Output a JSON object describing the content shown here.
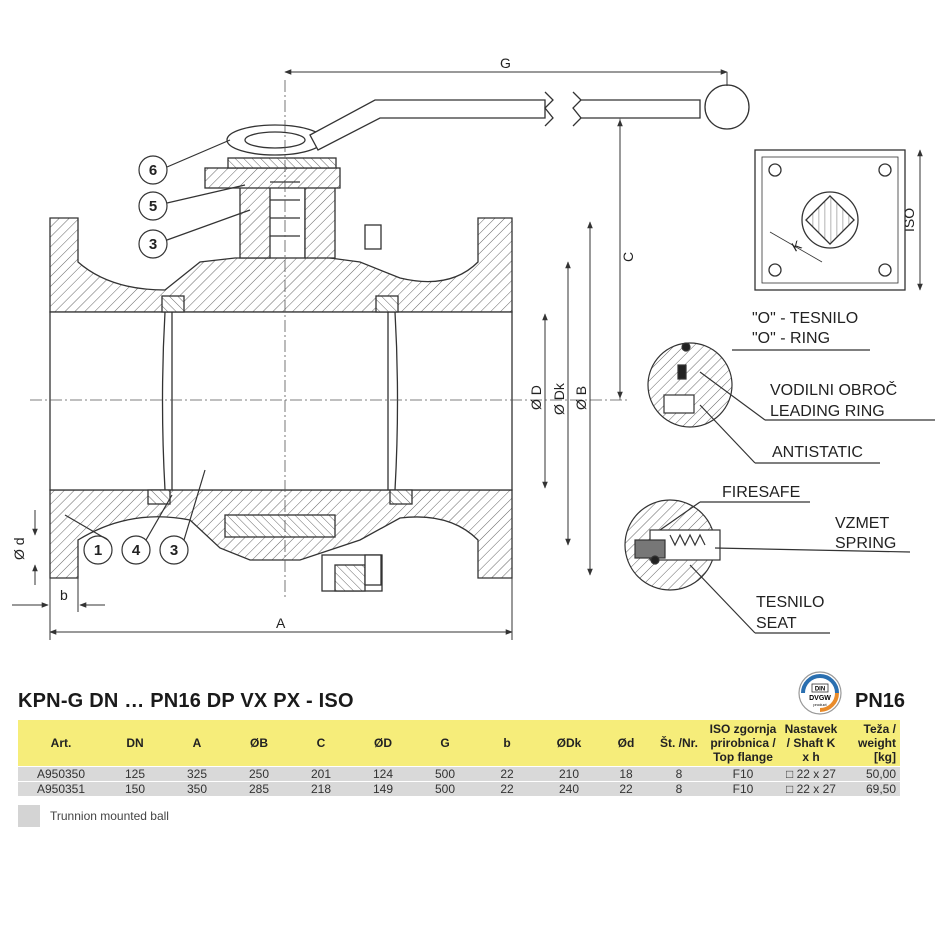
{
  "drawing": {
    "dims": {
      "G": "G",
      "C": "C",
      "A": "A",
      "b": "b",
      "d": "Ø d",
      "D": "Ø D",
      "Dk": "Ø Dk",
      "B": "Ø B",
      "ISO": "ISO",
      "K": "K"
    },
    "callouts": [
      "6",
      "5",
      "3",
      "1",
      "4",
      "3"
    ],
    "detail_labels": {
      "o_ring_si": "\"O\" - TESNILO",
      "o_ring_en": "\"O\" - RING",
      "leading_si": "VODILNI OBROČ",
      "leading_en": "LEADING RING",
      "antistatic": "ANTISTATIC",
      "firesafe": "FIRESAFE",
      "spring_si": "VZMET",
      "spring_en": "SPRING",
      "seat_si": "TESNILO",
      "seat_en": "SEAT"
    }
  },
  "product": {
    "title": "KPN-G DN … PN16 DP VX PX - ISO",
    "pressure": "PN16",
    "logo_text": {
      "top": "DIN",
      "main": "DVGW",
      "sub": "product"
    }
  },
  "table": {
    "headers": [
      "Art.",
      "DN",
      "A",
      "ØB",
      "C",
      "ØD",
      "G",
      "b",
      "ØDk",
      "Ød",
      "Št. /Nr.",
      "ISO zgornja prirobnica / Top flange",
      "Nastavek / Shaft K x h",
      "Teža / weight [kg]"
    ],
    "rows": [
      [
        "A950350",
        "125",
        "325",
        "250",
        "201",
        "124",
        "500",
        "22",
        "210",
        "18",
        "8",
        "F10",
        "□ 22 x 27",
        "50,00"
      ],
      [
        "A950351",
        "150",
        "350",
        "285",
        "218",
        "149",
        "500",
        "22",
        "240",
        "22",
        "8",
        "F10",
        "□ 22 x 27",
        "69,50"
      ]
    ]
  },
  "legend": {
    "text": "Trunnion mounted ball",
    "color": "#d4d4d4"
  },
  "colors": {
    "header_bg": "#f6ed7a",
    "row_bg": "#d9d9d9",
    "logo_blue": "#2a6fb0",
    "logo_orange": "#e98b2a"
  }
}
